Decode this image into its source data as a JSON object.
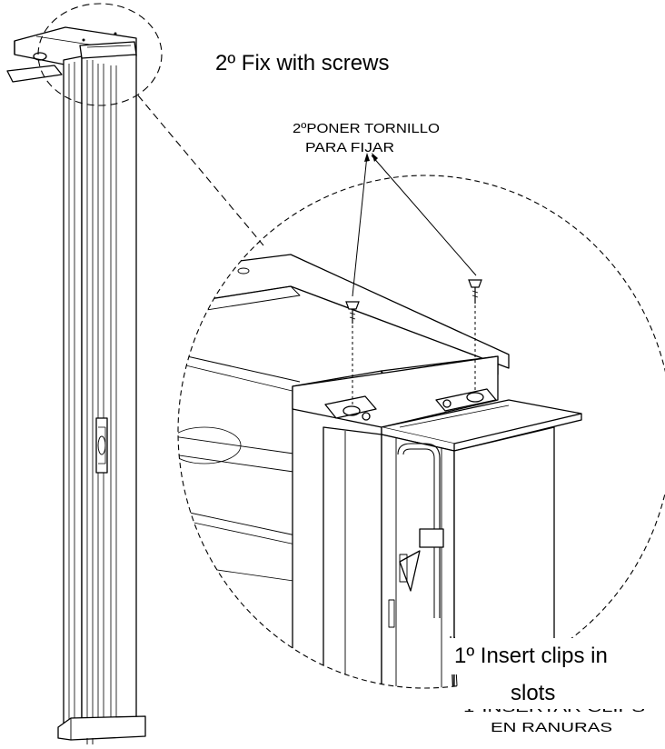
{
  "labels": {
    "step2_en": "2º Fix with screws",
    "step2_es_line1": "2ºPONER TORNILLO",
    "step2_es_line2": "PARA FIJAR",
    "step1_en_line1": "1º Insert clips in",
    "step1_en_line2": "slots",
    "step1_es_line1": "1ºINSERTAR CLIPS",
    "step1_es_line2": "EN RANURAS"
  },
  "colors": {
    "ink": "#000000",
    "paper": "#ffffff"
  }
}
